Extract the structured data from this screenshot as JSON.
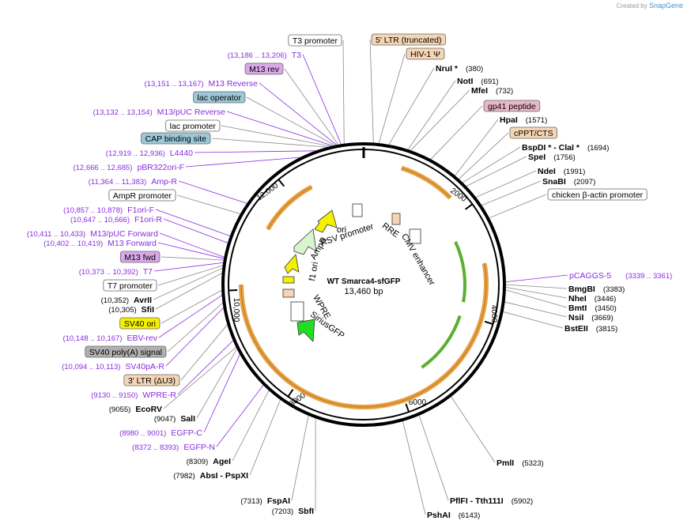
{
  "credit": {
    "prefix": "Created by",
    "brand": "SnapGene"
  },
  "plasmid": {
    "name": "WT Smarca4-sfGFP",
    "size": "13,460 bp",
    "total_bp": 13460
  },
  "ticks": [
    "2000",
    "4000",
    "6000",
    "8000",
    "10,000",
    "12,000"
  ],
  "colors": {
    "primer": "#8a2be2",
    "feature_orange": "#e8a040",
    "promoter_white": "#ffffff"
  },
  "inner_labels": [
    "ori",
    "RSV promoter",
    "RRE",
    "CMV enhancer",
    "AmpR",
    "f1 ori",
    "WPRE",
    "SiriusGFP"
  ],
  "labels_left": [
    {
      "text": "T3 promoter",
      "pos": "",
      "kind": "box",
      "fill": "#ffffff"
    },
    {
      "text": "T3",
      "pos": "(13,186 .. 13,206)",
      "kind": "primer"
    },
    {
      "text": "M13 rev",
      "pos": "",
      "kind": "box",
      "fill": "#d8a8e8"
    },
    {
      "text": "M13 Reverse",
      "pos": "(13,151 .. 13,167)",
      "kind": "primer"
    },
    {
      "text": "lac operator",
      "pos": "",
      "kind": "box",
      "fill": "#9cc8d8"
    },
    {
      "text": "M13/pUC Reverse",
      "pos": "(13,132 .. 13,154)",
      "kind": "primer"
    },
    {
      "text": "lac promoter",
      "pos": "",
      "kind": "box",
      "fill": "#ffffff"
    },
    {
      "text": "CAP binding site",
      "pos": "",
      "kind": "box",
      "fill": "#9cc8d8"
    },
    {
      "text": "L4440",
      "pos": "(12,919 .. 12,936)",
      "kind": "primer"
    },
    {
      "text": "pBR322ori-F",
      "pos": "(12,666 .. 12,685)",
      "kind": "primer"
    },
    {
      "text": "Amp-R",
      "pos": "(11,364 .. 11,383)",
      "kind": "primer"
    },
    {
      "text": "AmpR promoter",
      "pos": "",
      "kind": "box",
      "fill": "#ffffff"
    },
    {
      "text": "F1ori-F",
      "pos": "(10,857 .. 10,878)",
      "kind": "primer"
    },
    {
      "text": "F1ori-R",
      "pos": "(10,647 .. 10,666)",
      "kind": "primer"
    },
    {
      "text": "M13/pUC Forward",
      "pos": "(10,411 .. 10,433)",
      "kind": "primer"
    },
    {
      "text": "M13 Forward",
      "pos": "(10,402 .. 10,419)",
      "kind": "primer"
    },
    {
      "text": "M13 fwd",
      "pos": "",
      "kind": "box",
      "fill": "#d8a8e8"
    },
    {
      "text": "T7",
      "pos": "(10,373 .. 10,392)",
      "kind": "primer"
    },
    {
      "text": "T7 promoter",
      "pos": "",
      "kind": "box",
      "fill": "#ffffff"
    },
    {
      "text": "AvrII",
      "pos": "(10,352)",
      "kind": "enzyme"
    },
    {
      "text": "SfiI",
      "pos": "(10,305)",
      "kind": "enzyme"
    },
    {
      "text": "SV40 ori",
      "pos": "",
      "kind": "box",
      "fill": "#f5f000"
    },
    {
      "text": "EBV-rev",
      "pos": "(10,148 .. 10,167)",
      "kind": "primer"
    },
    {
      "text": "SV40 poly(A) signal",
      "pos": "",
      "kind": "box",
      "fill": "#b0b0b0"
    },
    {
      "text": "SV40pA-R",
      "pos": "(10,094 .. 10,113)",
      "kind": "primer"
    },
    {
      "text": "3' LTR (ΔU3)",
      "pos": "",
      "kind": "box",
      "fill": "#f5d6b4"
    },
    {
      "text": "WPRE-R",
      "pos": "(9130 .. 9150)",
      "kind": "primer"
    },
    {
      "text": "EcoRV",
      "pos": "(9055)",
      "kind": "enzyme"
    },
    {
      "text": "SalI",
      "pos": "(9047)",
      "kind": "enzyme"
    },
    {
      "text": "EGFP-C",
      "pos": "(8980 .. 9001)",
      "kind": "primer"
    },
    {
      "text": "EGFP-N",
      "pos": "(8372 .. 8393)",
      "kind": "primer"
    },
    {
      "text": "AgeI",
      "pos": "(8309)",
      "kind": "enzyme"
    },
    {
      "text": "AbsI  - PspXI",
      "pos": "(7982)",
      "kind": "enzyme"
    },
    {
      "text": "FspAI",
      "pos": "(7313)",
      "kind": "enzyme"
    },
    {
      "text": "SbfI",
      "pos": "(7203)",
      "kind": "enzyme"
    }
  ],
  "labels_right": [
    {
      "text": "5' LTR (truncated)",
      "pos": "",
      "kind": "box",
      "fill": "#f5d6b4"
    },
    {
      "text": "HIV-1 Ψ",
      "pos": "",
      "kind": "box",
      "fill": "#f5d6b4"
    },
    {
      "text": "NruI *",
      "pos": "(380)",
      "kind": "enzyme"
    },
    {
      "text": "NotI",
      "pos": "(691)",
      "kind": "enzyme"
    },
    {
      "text": "MfeI",
      "pos": "(732)",
      "kind": "enzyme"
    },
    {
      "text": "gp41 peptide",
      "pos": "",
      "kind": "box",
      "fill": "#e8b8c8"
    },
    {
      "text": "HpaI",
      "pos": "(1571)",
      "kind": "enzyme"
    },
    {
      "text": "cPPT/CTS",
      "pos": "",
      "kind": "box",
      "fill": "#f5d6b4"
    },
    {
      "text": "BspDI * - ClaI *",
      "pos": "(1694)",
      "kind": "enzyme"
    },
    {
      "text": "SpeI",
      "pos": "(1756)",
      "kind": "enzyme"
    },
    {
      "text": "NdeI",
      "pos": "(1991)",
      "kind": "enzyme"
    },
    {
      "text": "SnaBI",
      "pos": "(2097)",
      "kind": "enzyme"
    },
    {
      "text": "chicken β-actin promoter",
      "pos": "",
      "kind": "box",
      "fill": "#ffffff"
    },
    {
      "text": "pCAGGS-5",
      "pos": "(3339 .. 3361)",
      "kind": "primer"
    },
    {
      "text": "BmgBI",
      "pos": "(3383)",
      "kind": "enzyme"
    },
    {
      "text": "NheI",
      "pos": "(3446)",
      "kind": "enzyme"
    },
    {
      "text": "BmtI",
      "pos": "(3450)",
      "kind": "enzyme"
    },
    {
      "text": "NsiI",
      "pos": "(3669)",
      "kind": "enzyme"
    },
    {
      "text": "BstEII",
      "pos": "(3815)",
      "kind": "enzyme"
    },
    {
      "text": "PmlI",
      "pos": "(5323)",
      "kind": "enzyme"
    },
    {
      "text": "PflFI  - Tth111I",
      "pos": "(5902)",
      "kind": "enzyme"
    },
    {
      "text": "PshAI",
      "pos": "(6143)",
      "kind": "enzyme"
    }
  ]
}
